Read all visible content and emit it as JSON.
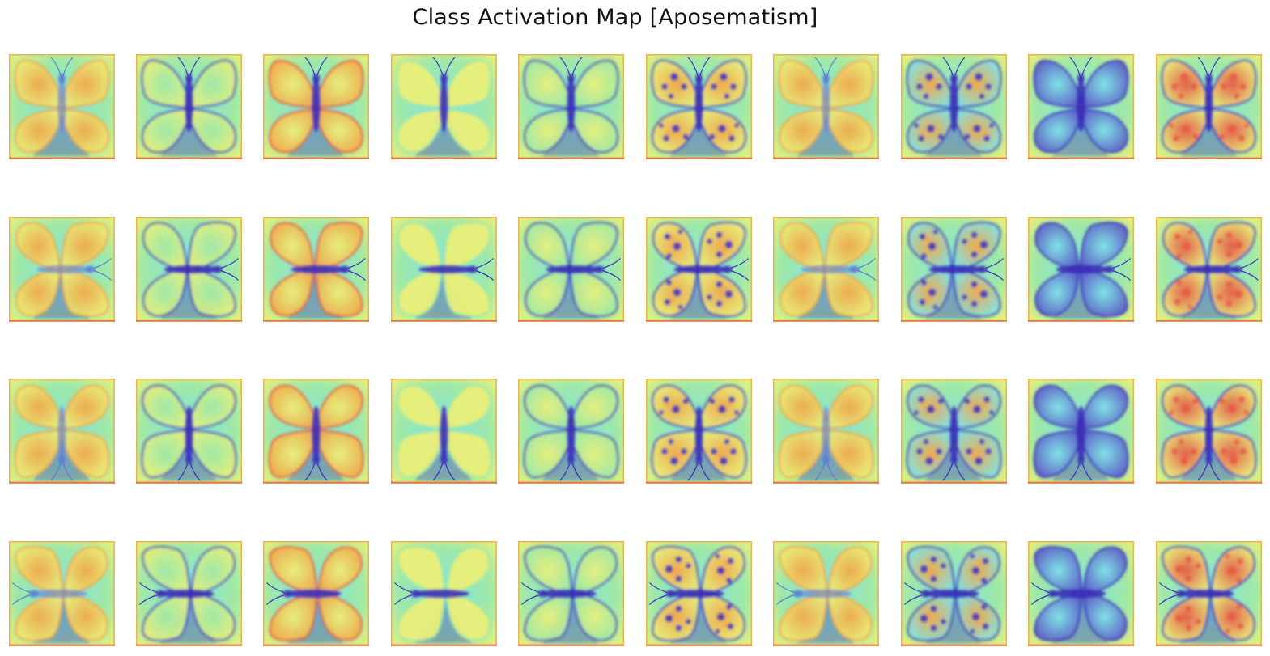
{
  "figure": {
    "title": "Class Activation Map [Aposematism]"
  },
  "grid": {
    "rows": 4,
    "cols": 10,
    "columns": [
      {
        "variant": "warm",
        "body_style": "faint",
        "spots": false
      },
      {
        "variant": "outlined",
        "body_style": "dark",
        "spots": false
      },
      {
        "variant": "orange",
        "body_style": "dark",
        "spots": false
      },
      {
        "variant": "pale",
        "body_style": "dark",
        "spots": false
      },
      {
        "variant": "label",
        "body_style": "dark",
        "spots": false
      },
      {
        "variant": "eyespots",
        "body_style": "dark",
        "spots": true
      },
      {
        "variant": "warm",
        "body_style": "faint",
        "spots": false
      },
      {
        "variant": "mottled",
        "body_style": "dark",
        "spots": true
      },
      {
        "variant": "darkwing",
        "body_style": "dark",
        "spots": false
      },
      {
        "variant": "dotted",
        "body_style": "dark",
        "spots": true
      }
    ],
    "row_orientations": [
      {
        "rotation_deg": 0
      },
      {
        "rotation_deg": 90
      },
      {
        "rotation_deg": 180
      },
      {
        "rotation_deg": 270
      }
    ]
  },
  "colormap": {
    "name": "jet",
    "blue": "#3b2fb8",
    "cyan": "#7fe3e8",
    "green": "#9ee8a8",
    "yellow": "#e9f07a",
    "orange": "#f3a84a",
    "red": "#e85a45"
  }
}
